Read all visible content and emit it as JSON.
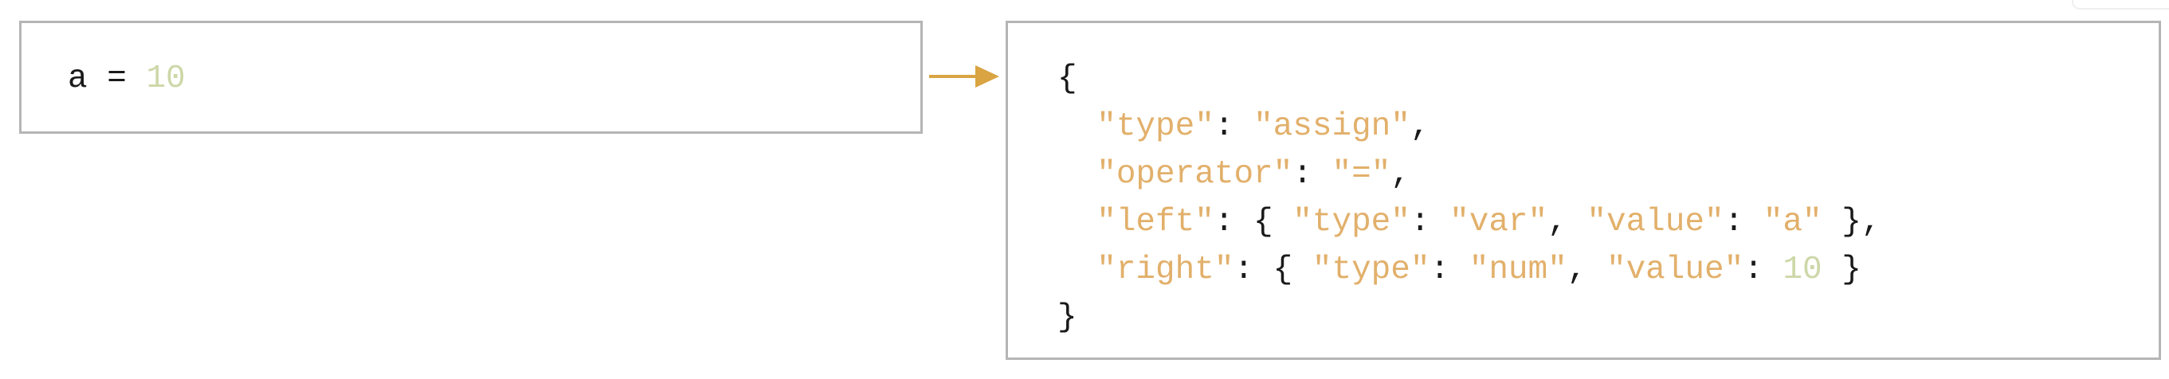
{
  "source": {
    "identifier": "a",
    "operator": "=",
    "number": "10"
  },
  "ast": {
    "open_brace": "{",
    "close_brace": "}",
    "lines": [
      {
        "key": "\"type\"",
        "value": "\"assign\""
      },
      {
        "key": "\"operator\"",
        "value": "\"=\""
      },
      {
        "key": "\"left\"",
        "inner_type_key": "\"type\"",
        "inner_type_value": "\"var\"",
        "inner_value_key": "\"value\"",
        "inner_value": "\"a\""
      },
      {
        "key": "\"right\"",
        "inner_type_key": "\"type\"",
        "inner_type_value": "\"num\"",
        "inner_value_key": "\"value\"",
        "inner_value": "10"
      }
    ]
  },
  "colors": {
    "border": "#b5b5b5",
    "string": "#e2b06b",
    "number": "#cdd7a8",
    "text": "#1a1a1a",
    "arrow": "#d9a441"
  }
}
